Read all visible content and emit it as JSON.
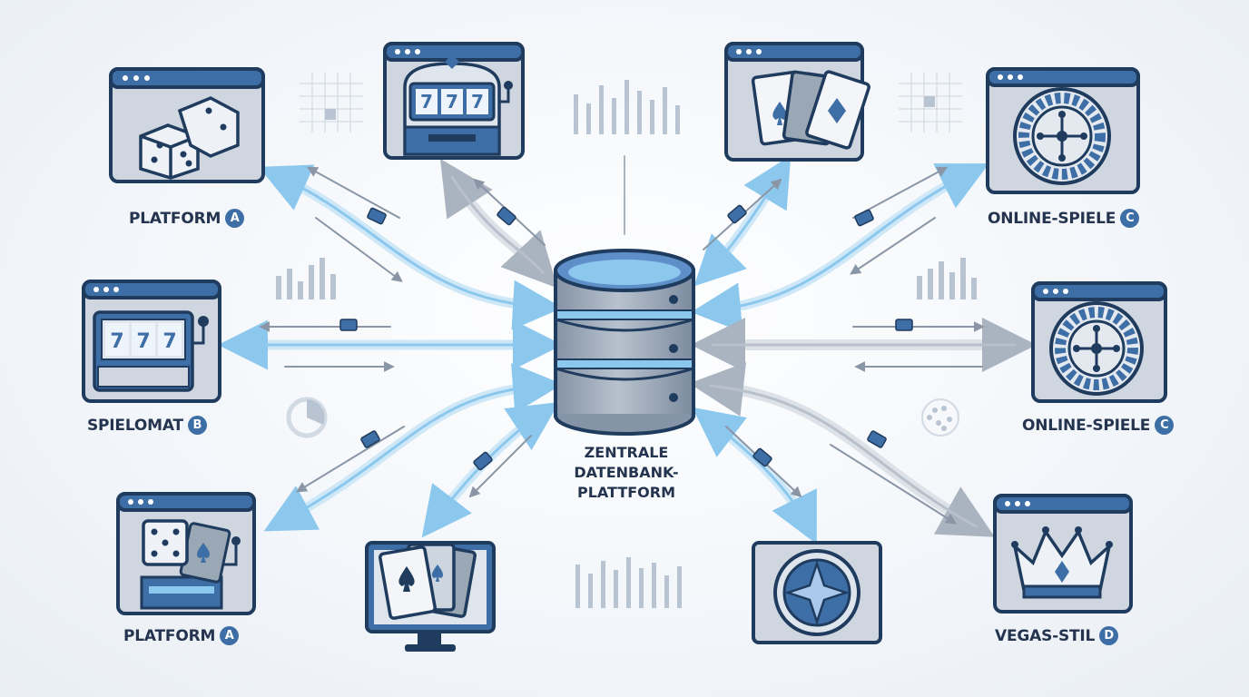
{
  "center": {
    "line1": "ZENTRALE",
    "line2": "DATENBANK-",
    "line3": "PLATTFORM"
  },
  "nodes": [
    {
      "id": "n1",
      "label": "PLATFORM",
      "badge": "A",
      "icon": "dice-icon"
    },
    {
      "id": "n2",
      "label": "",
      "badge": "",
      "icon": "slot-machine-icon"
    },
    {
      "id": "n3",
      "label": "",
      "badge": "",
      "icon": "playing-cards-icon"
    },
    {
      "id": "n4",
      "label": "ONLINE-SPIELE",
      "badge": "C",
      "icon": "roulette-wheel-icon"
    },
    {
      "id": "n5",
      "label": "SPIELOMAT",
      "badge": "B",
      "icon": "slot-machine-icon"
    },
    {
      "id": "n6",
      "label": "ONLINE-SPIELE",
      "badge": "C",
      "icon": "roulette-wheel-icon"
    },
    {
      "id": "n7",
      "label": "PLATFORM",
      "badge": "A",
      "icon": "dice-and-cards-icon"
    },
    {
      "id": "n8",
      "label": "",
      "badge": "",
      "icon": "monitor-cards-icon"
    },
    {
      "id": "n9",
      "label": "",
      "badge": "",
      "icon": "compass-star-icon"
    },
    {
      "id": "n10",
      "label": "VEGAS-STIL",
      "badge": "D",
      "icon": "crown-icon"
    }
  ],
  "slot_reels": "777",
  "colors": {
    "outline": "#1f3b5e",
    "accent": "#3e6ea6",
    "light_blue": "#8cc8ee",
    "window_fill": "#cfd6df",
    "gray_connector": "#b7c0cb",
    "database": "#9aa7b4"
  }
}
